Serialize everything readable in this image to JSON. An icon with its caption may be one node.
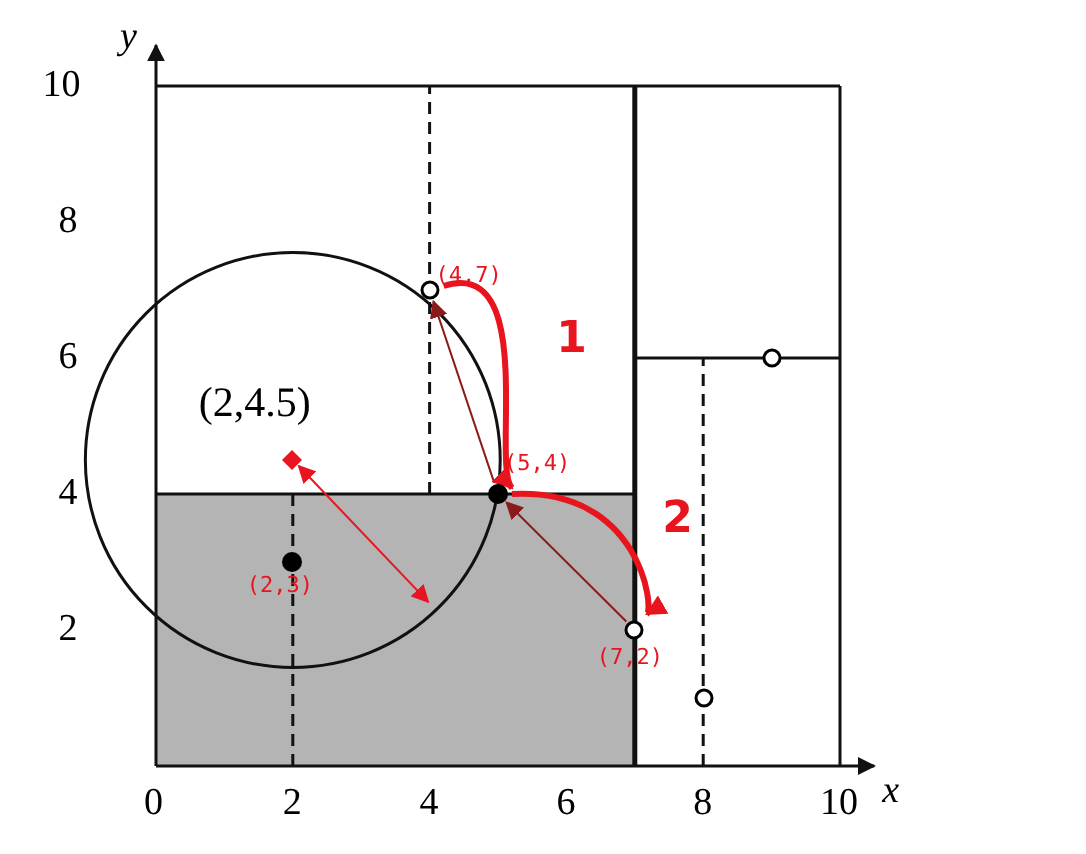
{
  "diagram": {
    "nodes": [
      {
        "text": [
          "(2,4.5)"
        ]
      },
      {
        "text": [
          "(2,3)"
        ]
      },
      {
        "text": [
          "(5,4)"
        ]
      },
      {
        "text": [
          "(4,7)"
        ]
      },
      {
        "text": [
          "(7,2)"
        ]
      },
      {
        "text": [],
        "shape": "circle"
      },
      {
        "text": [],
        "shape": "circle"
      }
    ],
    "edges": [
      {
        "from": 4,
        "to": 2,
        "arrow": "to",
        "color": "#8b1a1a"
      },
      {
        "from": 2,
        "to": 3,
        "arrow": "to",
        "color": "#8b1a1a"
      },
      {
        "from": 3,
        "to": 2,
        "arrow": "to",
        "label": "1",
        "style": "thick",
        "color": "#e8141e"
      },
      {
        "from": 2,
        "to": 4,
        "arrow": "to",
        "label": "2",
        "style": "thick",
        "color": "#e8141e"
      }
    ],
    "labels": [
      "y",
      "10",
      "8",
      "6",
      "4",
      "2",
      "0",
      "2",
      "4",
      "6",
      "8",
      "10",
      "x"
    ]
  }
}
